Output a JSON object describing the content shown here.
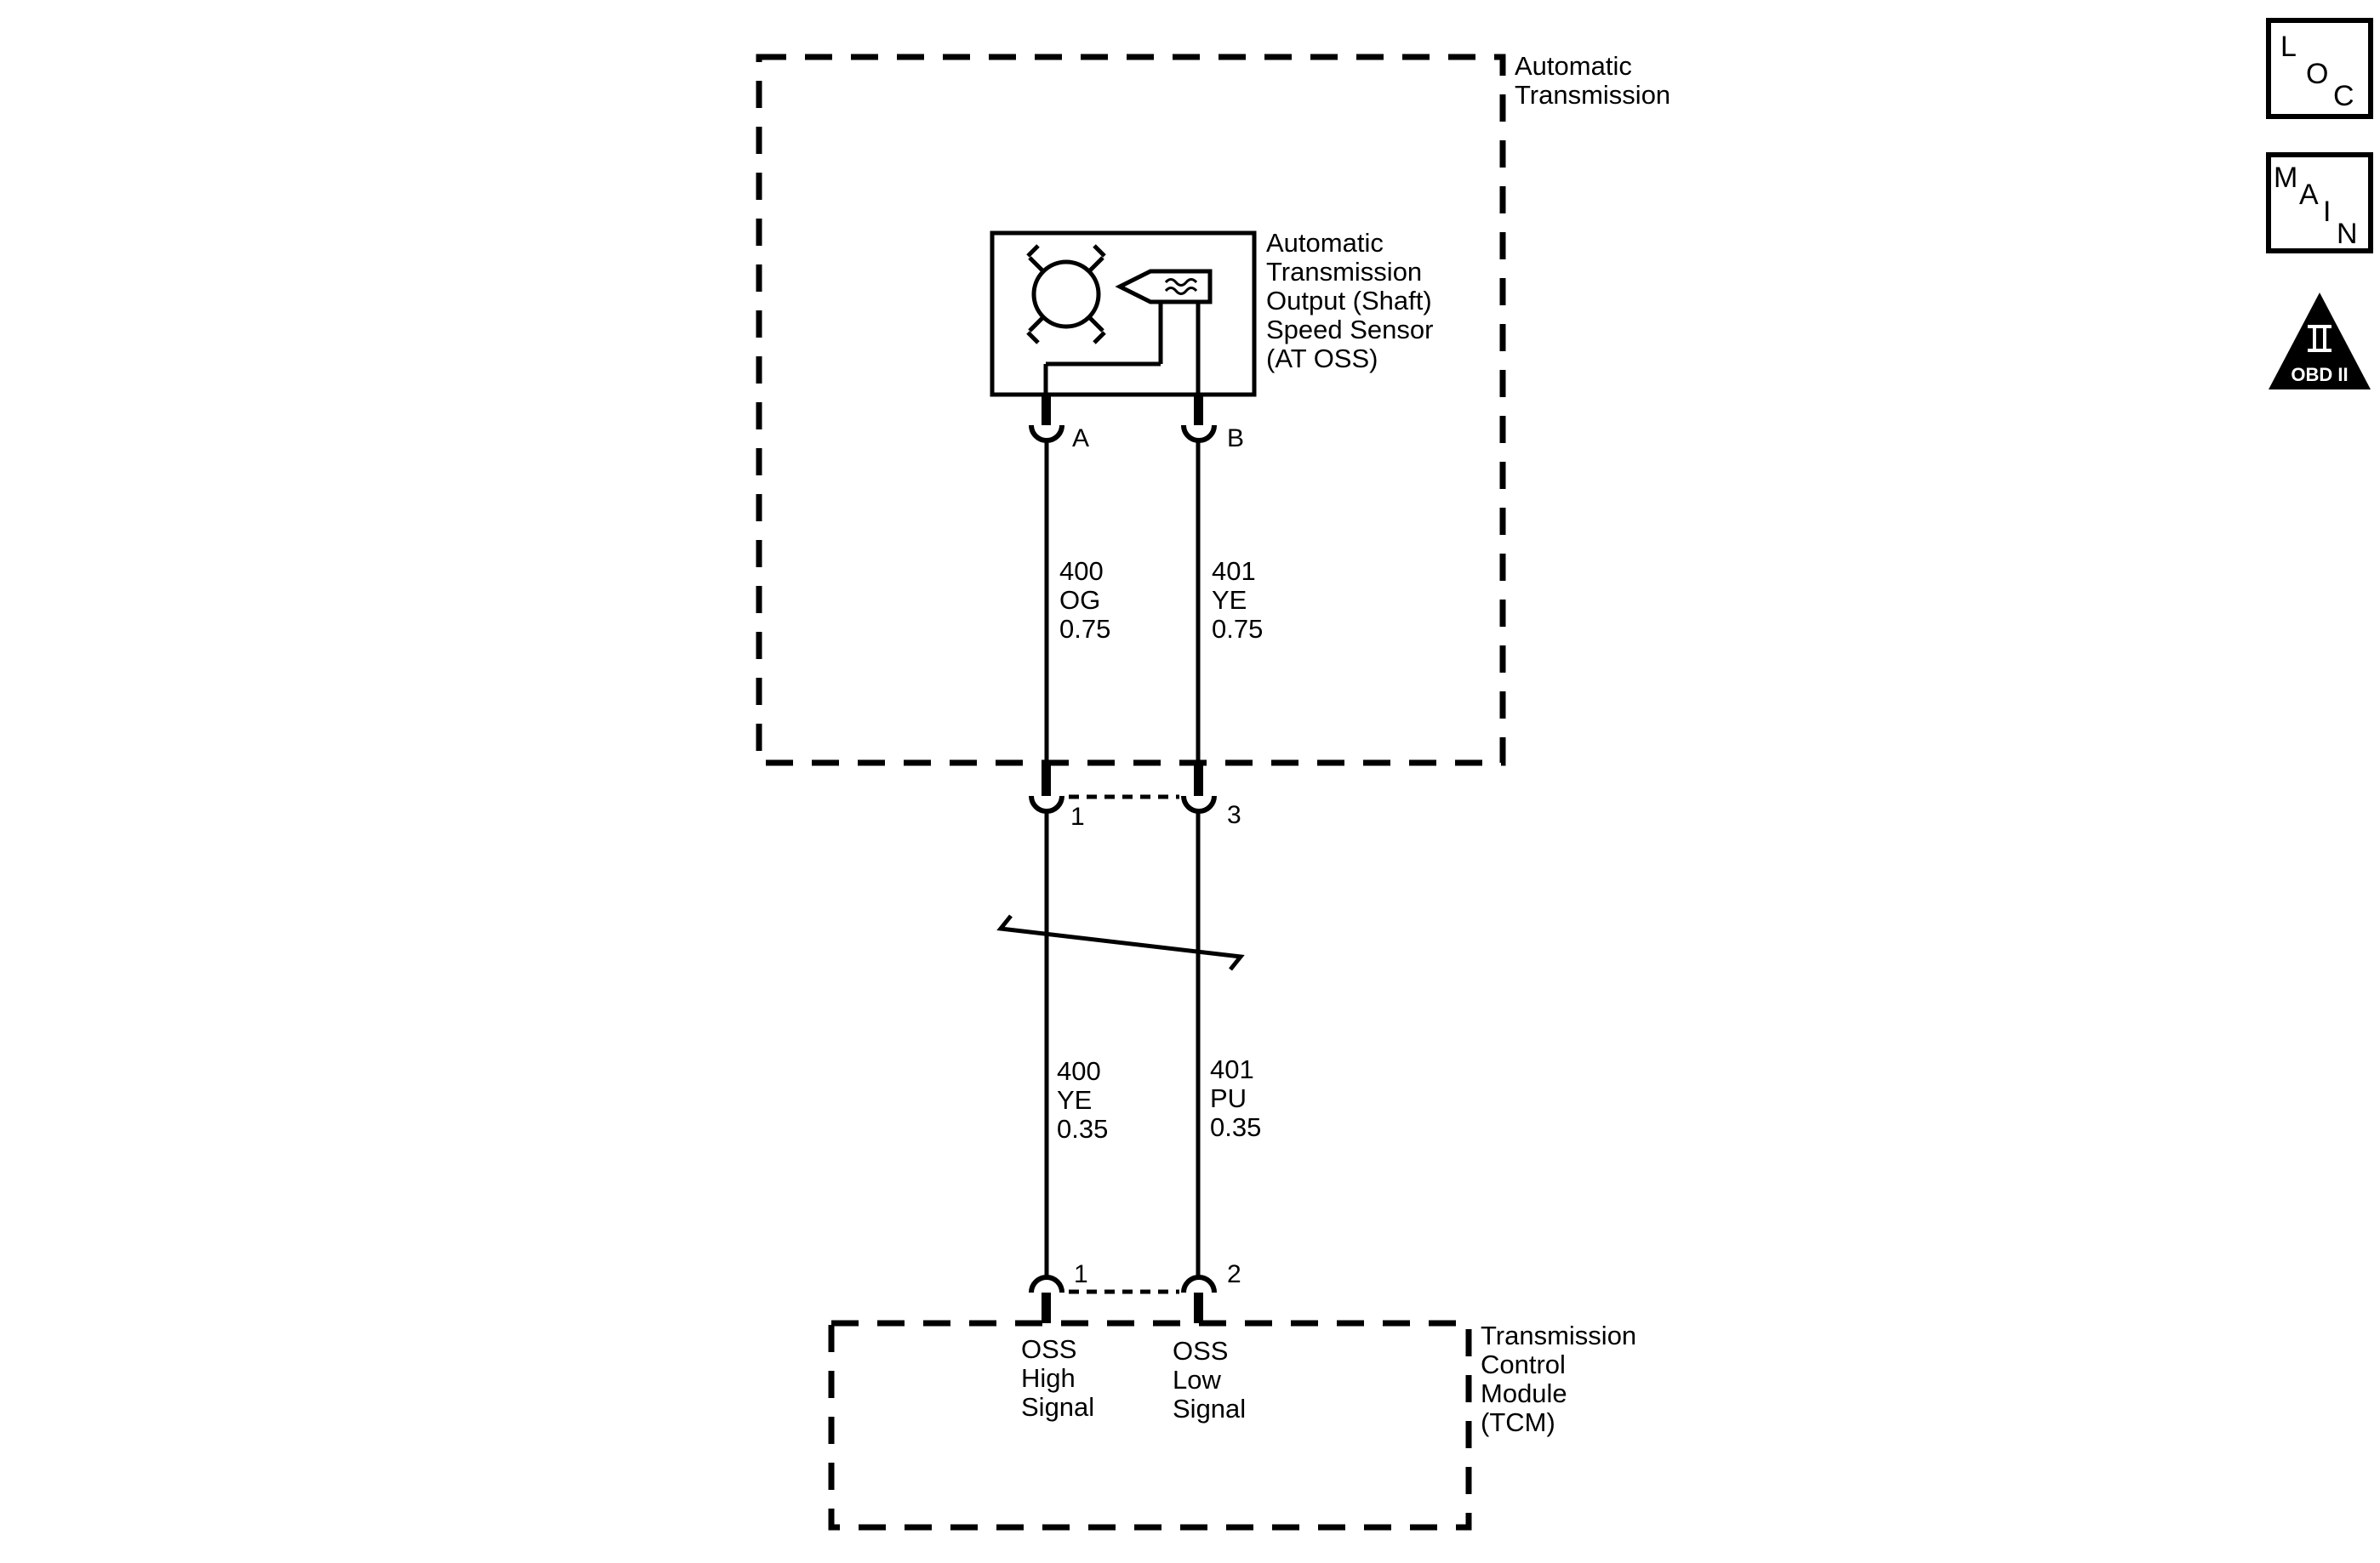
{
  "components": {
    "transmission_box_label": [
      "Automatic",
      "Transmission"
    ],
    "sensor_label": [
      "Automatic",
      "Transmission",
      "Output (Shaft)",
      "Speed Sensor",
      "(AT OSS)"
    ],
    "tcm_label": [
      "Transmission",
      "Control",
      "Module",
      "(TCM)"
    ]
  },
  "sensor_pins": {
    "a": "A",
    "b": "B"
  },
  "inline_connector_pins": {
    "left": "1",
    "right": "3"
  },
  "tcm_pins": {
    "left": "1",
    "right": "2"
  },
  "wires_upper": {
    "left": [
      "400",
      "OG",
      "0.75"
    ],
    "right": [
      "401",
      "YE",
      "0.75"
    ]
  },
  "wires_lower": {
    "left": [
      "400",
      "YE",
      "0.35"
    ],
    "right": [
      "401",
      "PU",
      "0.35"
    ]
  },
  "tcm_signals": {
    "left": [
      "OSS",
      "High",
      "Signal"
    ],
    "right": [
      "OSS",
      "Low",
      "Signal"
    ]
  },
  "side_icons": {
    "loc": [
      "L",
      "O",
      "C"
    ],
    "main": [
      "M",
      "A",
      "I",
      "N"
    ],
    "obd": {
      "numeral": "II",
      "text": "OBD II"
    }
  }
}
